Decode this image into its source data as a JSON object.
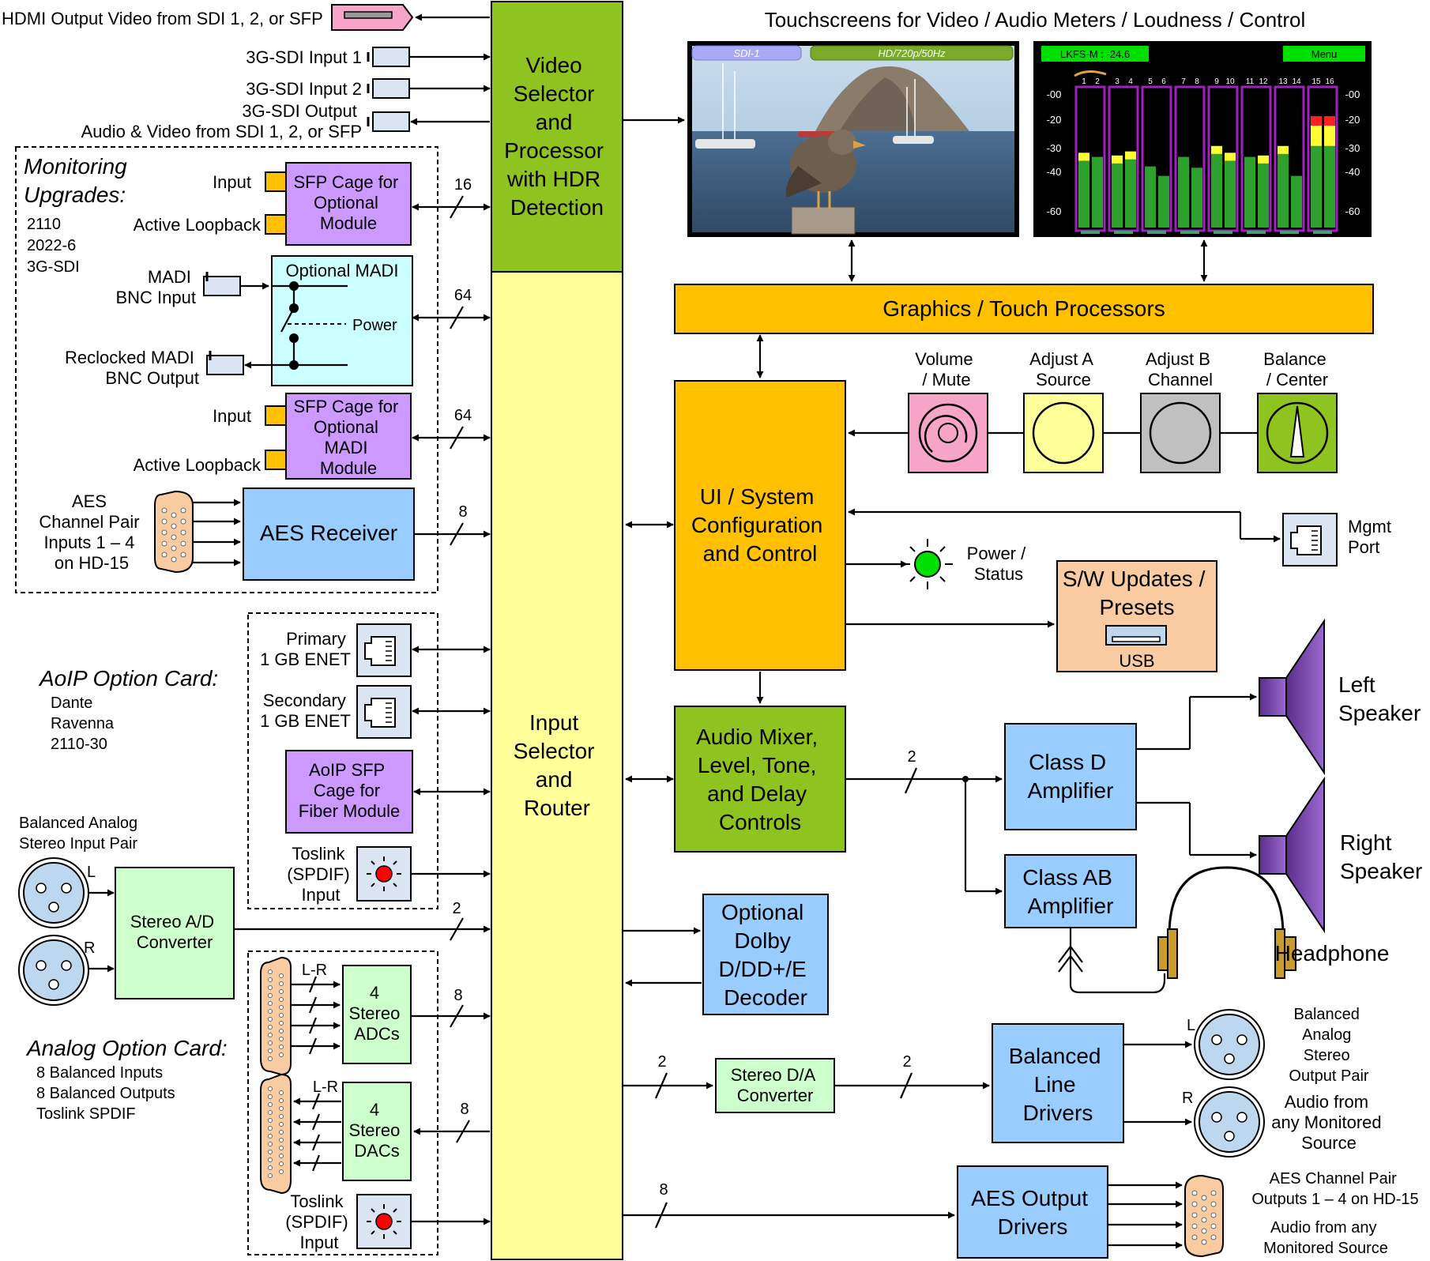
{
  "diagram": {
    "title": "Touchscreens for Video / Audio Meters / Loudness / Control",
    "inputs_top": {
      "hdmi_out": "HDMI Output Video from SDI 1, 2, or SFP",
      "sdi_in1": "3G-SDI Input 1",
      "sdi_in2": "3G-SDI Input 2",
      "sdi_out_1": "3G-SDI Output",
      "sdi_out_2": "Audio & Video from SDI 1, 2, or SFP"
    },
    "video_selector": [
      "Video",
      "Selector",
      "and",
      "Processor",
      "with HDR",
      "Detection"
    ],
    "input_selector": [
      "Input",
      "Selector",
      "and",
      "Router"
    ],
    "monitoring": {
      "title_1": "Monitoring",
      "title_2": "Upgrades:",
      "items": [
        "2110",
        "2022-6",
        "3G-SDI"
      ],
      "sfp_cage": [
        "SFP Cage for",
        "Optional",
        "Module"
      ],
      "input_label": "Input",
      "loopback_label": "Active Loopback",
      "bus_16": "16",
      "madi_title": "Optional MADI",
      "madi_in": [
        "MADI",
        "BNC Input"
      ],
      "madi_power": "Power",
      "madi_out": [
        "Reclocked MADI",
        "BNC Output"
      ],
      "bus_64a": "64",
      "sfp_madi": [
        "SFP Cage for",
        "Optional",
        "MADI",
        "Module"
      ],
      "input_label_2": "Input",
      "loopback_label_2": "Active Loopback",
      "bus_64b": "64",
      "aes_label": [
        "AES",
        "Channel Pair",
        "Inputs 1 – 4",
        "on HD-15"
      ],
      "aes_receiver": "AES Receiver",
      "bus_8": "8"
    },
    "aoip": {
      "title": "AoIP Option Card:",
      "items": [
        "Dante",
        "Ravenna",
        "2110-30"
      ],
      "primary": [
        "Primary",
        "1 GB ENET"
      ],
      "secondary": [
        "Secondary",
        "1 GB ENET"
      ],
      "sfp": [
        "AoIP SFP",
        "Cage for",
        "Fiber Module"
      ],
      "toslink": [
        "Toslink",
        "(SPDIF)",
        "Input"
      ]
    },
    "analog_in": {
      "label": [
        "Balanced Analog",
        "Stereo Input Pair"
      ],
      "L": "L",
      "R": "R",
      "converter": [
        "Stereo A/D",
        "Converter"
      ],
      "bus_2": "2"
    },
    "analog_card": {
      "title": "Analog Option Card:",
      "items": [
        "8 Balanced Inputs",
        "8 Balanced Outputs",
        "Toslink SPDIF"
      ],
      "lr_1": "L-R",
      "adcs": [
        "4",
        "Stereo",
        "ADCs"
      ],
      "bus_8a": "8",
      "lr_2": "L-R",
      "dacs": [
        "4",
        "Stereo",
        "DACs"
      ],
      "bus_8b": "8",
      "toslink": [
        "Toslink",
        "(SPDIF)",
        "Input"
      ]
    },
    "screens": {
      "video_tag1": "SDI-1",
      "video_tag2": "HD/720p/50Hz",
      "lkfs": "LKFS-M : -24.6",
      "menu": "Menu",
      "channels": [
        "1",
        "2",
        "3",
        "4",
        "5",
        "6",
        "7",
        "8",
        "9",
        "10",
        "11",
        "12",
        "13",
        "14",
        "15",
        "16"
      ],
      "scale": [
        "-00",
        "-20",
        "-30",
        "-40",
        "-60"
      ]
    },
    "meters": {
      "levels": [
        0.55,
        0.52,
        0.53,
        0.56,
        0.45,
        0.38,
        0.52,
        0.44,
        0.6,
        0.55,
        0.52,
        0.53,
        0.6,
        0.38,
        0.82,
        0.82
      ]
    },
    "graphics": "Graphics / Touch Processors",
    "controls": [
      {
        "label": [
          "Volume",
          "/ Mute"
        ]
      },
      {
        "label": [
          "Adjust A",
          "Source"
        ]
      },
      {
        "label": [
          "Adjust B",
          "Channel"
        ]
      },
      {
        "label": [
          "Balance",
          "/ Center"
        ]
      }
    ],
    "ui": [
      "UI / System",
      "Configuration",
      "and Control"
    ],
    "mgmt": [
      "Mgmt",
      "Port"
    ],
    "power": [
      "Power /",
      "Status"
    ],
    "sw": [
      "S/W Updates /",
      "Presets"
    ],
    "usb": "USB",
    "mixer": [
      "Audio Mixer,",
      "Level, Tone,",
      "and Delay",
      "Controls"
    ],
    "mixer_bus": "2",
    "class_d": [
      "Class D",
      "Amplifier"
    ],
    "class_ab": [
      "Class AB",
      "Amplifier"
    ],
    "left_speaker": [
      "Left",
      "Speaker"
    ],
    "right_speaker": [
      "Right",
      "Speaker"
    ],
    "headphone": "Headphone",
    "dolby": [
      "Optional",
      "Dolby",
      "D/DD+/E",
      "Decoder"
    ],
    "da": {
      "bus_in": "2",
      "converter": [
        "Stereo D/A",
        "Converter"
      ],
      "bus_out": "2"
    },
    "line_drivers": [
      "Balanced",
      "Line",
      "Drivers"
    ],
    "bal_out": {
      "L": "L",
      "R": "R",
      "label": [
        "Balanced",
        "Analog",
        "Stereo",
        "Output Pair"
      ],
      "label2": [
        "Audio from",
        "any Monitored",
        "Source"
      ]
    },
    "aes_out": {
      "bus": "8",
      "drivers": [
        "AES Output",
        "Drivers"
      ],
      "label": [
        "AES Channel Pair",
        "Outputs 1 – 4  on HD-15"
      ],
      "label2": [
        "Audio from any",
        "Monitored Source"
      ]
    }
  }
}
